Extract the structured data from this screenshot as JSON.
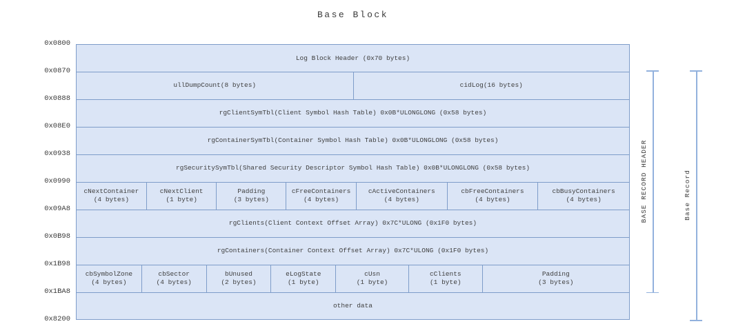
{
  "title": "Base Block",
  "colors": {
    "cell_fill": "#dbe5f6",
    "cell_border": "#7d9cc9",
    "bracket_line": "#92b1dd",
    "text": "#3a3a3a",
    "background": "#ffffff"
  },
  "offsets": [
    "0x0800",
    "0x0870",
    "0x0888",
    "0x08E0",
    "0x0938",
    "0x0990",
    "0x09A8",
    "0x0B98",
    "0x1B98",
    "0x1BA8",
    "0x8200"
  ],
  "rows": [
    {
      "name": "row-log-block-header",
      "cells": [
        {
          "label": "Log Block Header (0x70 bytes)",
          "w": 100
        }
      ]
    },
    {
      "name": "row-dumpcount-cidlog",
      "cells": [
        {
          "label": "ullDumpCount(8 bytes)",
          "w": 50
        },
        {
          "label": "cidLog(16 bytes)",
          "w": 50
        }
      ]
    },
    {
      "name": "row-rgclientsymtbl",
      "cells": [
        {
          "label": "rgClientSymTbl(Client Symbol Hash Table) 0x0B*ULONGLONG (0x58 bytes)",
          "w": 100
        }
      ]
    },
    {
      "name": "row-rgcontainersymtbl",
      "cells": [
        {
          "label": "rgContainerSymTbl(Container Symbol Hash Table) 0x0B*ULONGLONG (0x58 bytes)",
          "w": 100
        }
      ]
    },
    {
      "name": "row-rgsecuritysymtbl",
      "cells": [
        {
          "label": "rgSecuritySymTbl(Shared Security Descriptor Symbol Hash Table) 0x0B*ULONGLONG (0x58 bytes)",
          "w": 100
        }
      ]
    },
    {
      "name": "row-container-counts",
      "cells": [
        {
          "label": "cNextContainer",
          "sub": "(4 bytes)",
          "w": 12.58
        },
        {
          "label": "cNextClient",
          "sub": "(1 byte)",
          "w": 12.7
        },
        {
          "label": "Padding",
          "sub": "(3 bytes)",
          "w": 12.58
        },
        {
          "label": "cFreeContainers",
          "sub": "(4 bytes)",
          "w": 12.7
        },
        {
          "label": "cActiveContainers",
          "sub": "(4 bytes)",
          "w": 16.44
        },
        {
          "label": "cbFreeContainers",
          "sub": "(4 bytes)",
          "w": 16.44
        },
        {
          "label": "cbBusyContainers",
          "sub": "(4 bytes)",
          "w": 16.56
        }
      ]
    },
    {
      "name": "row-rgclients",
      "cells": [
        {
          "label": "rgClients(Client Context Offset Array) 0x7C*ULONG (0x1F0 bytes)",
          "w": 100
        }
      ]
    },
    {
      "name": "row-rgcontainers",
      "cells": [
        {
          "label": "rgContainers(Container Context Offset Array) 0x7C*ULONG (0x1F0 bytes)",
          "w": 100
        }
      ]
    },
    {
      "name": "row-misc-fields",
      "cells": [
        {
          "label": "cbSymbolZone",
          "sub": "(4 bytes)",
          "w": 11.71
        },
        {
          "label": "cbSector",
          "sub": "(4 bytes)",
          "w": 11.71
        },
        {
          "label": "bUnused",
          "sub": "(2 bytes)",
          "w": 11.71
        },
        {
          "label": "eLogState",
          "sub": "(1 byte)",
          "w": 11.71
        },
        {
          "label": "cUsn",
          "sub": "(1 byte)",
          "w": 13.2
        },
        {
          "label": "cClients",
          "sub": "(1 byte)",
          "w": 13.33
        },
        {
          "label": "Padding",
          "sub": "(3 bytes)",
          "w": 26.63
        }
      ]
    },
    {
      "name": "row-other-data",
      "cells": [
        {
          "label": "other data",
          "w": 100
        }
      ]
    }
  ],
  "brackets": [
    {
      "label": "BASE RECORD HEADER"
    },
    {
      "label": "Base Record"
    }
  ]
}
